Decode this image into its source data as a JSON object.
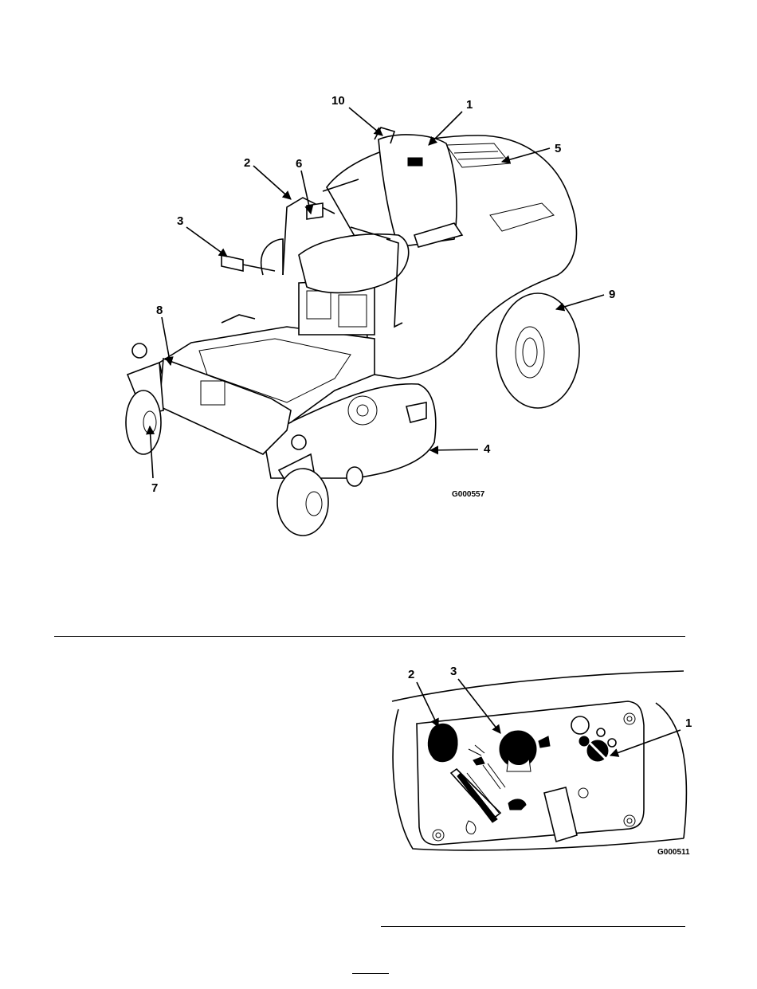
{
  "figure1": {
    "callouts": [
      "10",
      "1",
      "5",
      "2",
      "6",
      "3",
      "9",
      "8",
      "4",
      "7"
    ],
    "code": "G000557"
  },
  "figure2": {
    "callouts": [
      "2",
      "3",
      "1"
    ],
    "code": "G000511"
  }
}
